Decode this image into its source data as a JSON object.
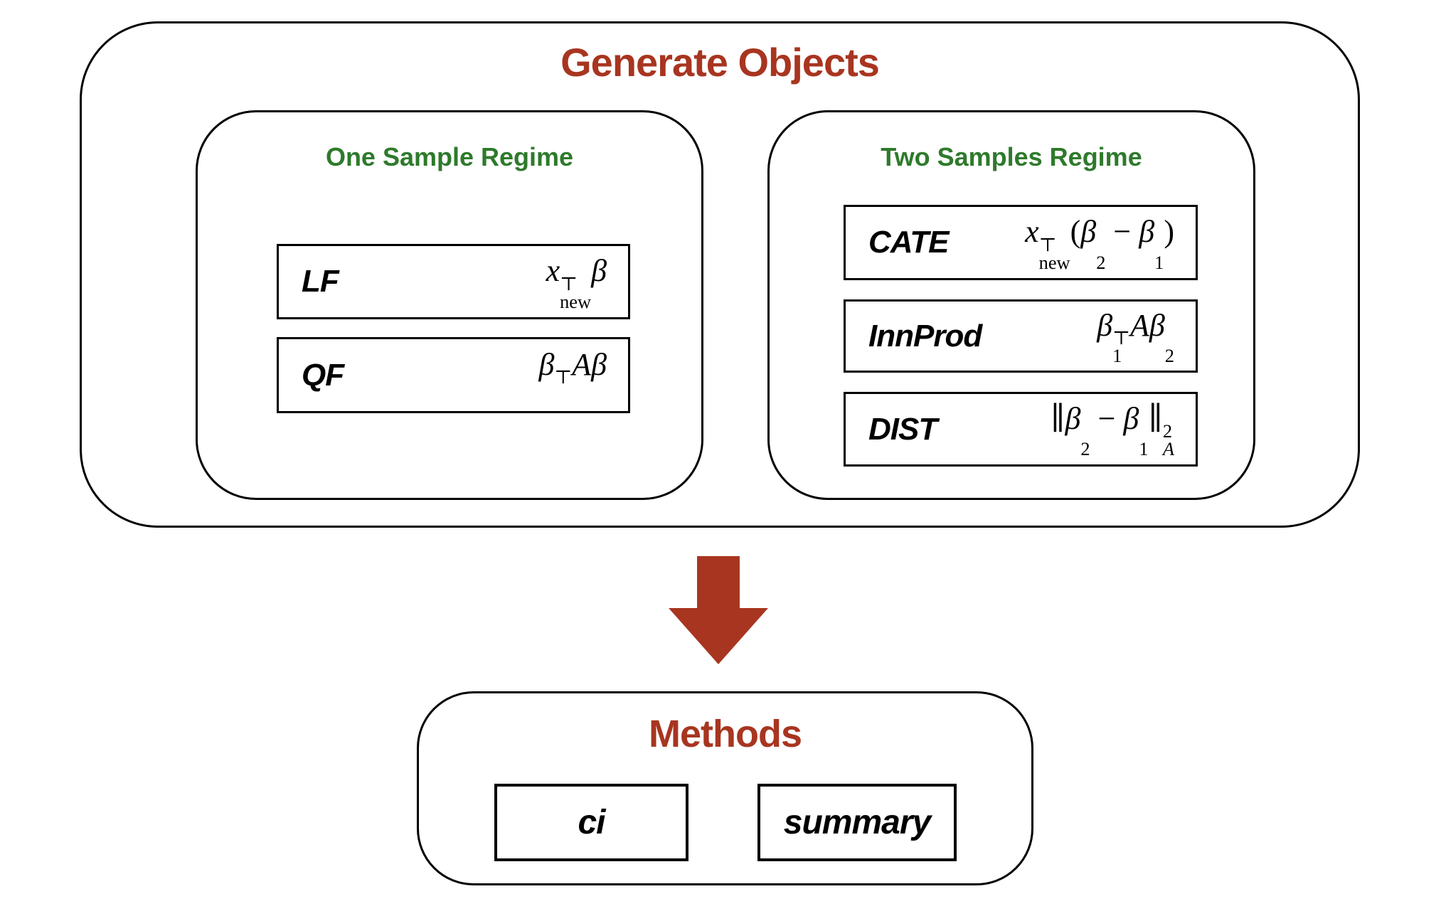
{
  "colors": {
    "accent_red": "#A83520",
    "accent_green": "#2E7A2B",
    "border_black": "#000000",
    "background": "#FFFFFF"
  },
  "generate_objects": {
    "title": "Generate Objects",
    "one_sample": {
      "title": "One Sample Regime",
      "items": [
        {
          "label": "LF",
          "formula": [
            {
              "b": "x",
              "i": true,
              "sup": "⊤",
              "sub": "new"
            },
            {
              "b": "β",
              "i": true
            }
          ]
        },
        {
          "label": "QF",
          "formula": [
            {
              "b": "β",
              "i": true,
              "sup": "⊤"
            },
            {
              "b": "A",
              "i": true
            },
            {
              "b": "β",
              "i": true
            }
          ]
        }
      ]
    },
    "two_samples": {
      "title": "Two Samples Regime",
      "items": [
        {
          "label": "CATE",
          "formula": [
            {
              "b": "x",
              "i": true,
              "sup": "⊤",
              "sub": "new"
            },
            {
              "b": "("
            },
            {
              "b": "β",
              "i": true,
              "sub": "2"
            },
            {
              "b": " − "
            },
            {
              "b": "β",
              "i": true,
              "sub": "1"
            },
            {
              "b": ")"
            }
          ]
        },
        {
          "label": "InnProd",
          "formula": [
            {
              "b": "β",
              "i": true,
              "sup": "⊤",
              "sub": "1"
            },
            {
              "b": "A",
              "i": true
            },
            {
              "b": "β",
              "i": true,
              "sub": "2"
            }
          ]
        },
        {
          "label": "DIST",
          "formula": [
            {
              "b": "∥"
            },
            {
              "b": "β",
              "i": true,
              "sub": "2"
            },
            {
              "b": " − "
            },
            {
              "b": "β",
              "i": true,
              "sub": "1"
            },
            {
              "b": "∥",
              "sup": "2",
              "sub": "A",
              "subi": true
            }
          ]
        }
      ]
    }
  },
  "arrow": {
    "direction": "down",
    "color": "#A83520"
  },
  "methods": {
    "title": "Methods",
    "items": [
      {
        "label": "ci"
      },
      {
        "label": "summary"
      }
    ]
  }
}
